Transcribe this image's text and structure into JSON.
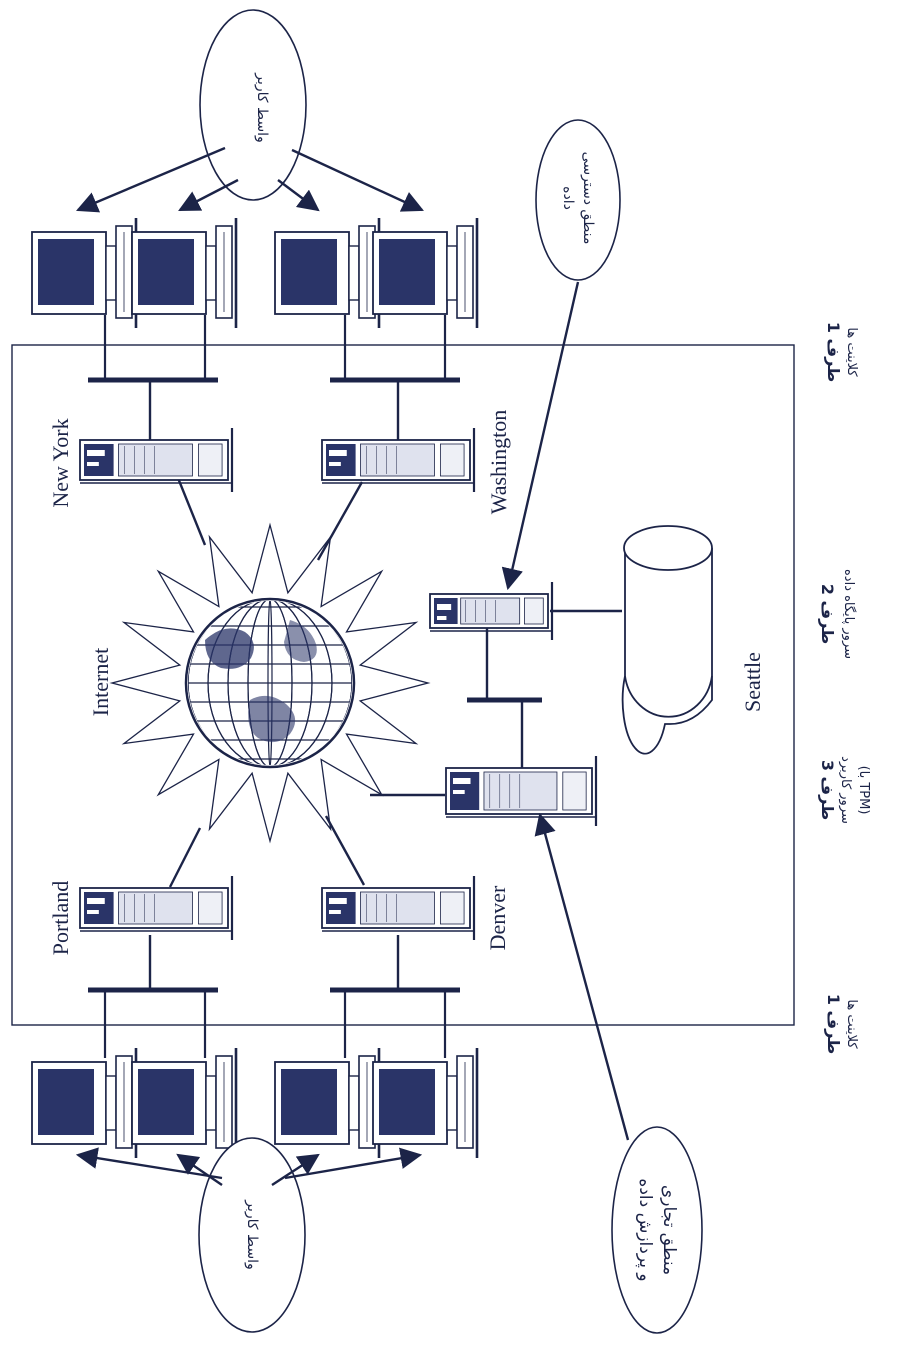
{
  "diagram": {
    "cities": {
      "new_york": "New York",
      "washington": "Washington",
      "portland": "Portland",
      "denver": "Denver",
      "seattle": "Seattle"
    },
    "internet_label": "Internet",
    "bubbles": {
      "user_interface_top": "واسط کاربر",
      "user_interface_bottom": "واسط کاربر",
      "data_access_line1": "منطق دسترسی",
      "data_access_line2": "داده",
      "business_line1": "منطق تجاری",
      "business_line2": "و پردازش داده"
    },
    "tiers": {
      "tier1_top_title": "طرف 1",
      "tier1_top_sub": "کلاینت ها",
      "tier2_title": "طرف 2",
      "tier2_sub": "سرور پایگاه داده",
      "tier3_title": "طرف 3",
      "tier3_sub1": "سرور کاربرد",
      "tier3_sub2": "(با TPM)",
      "tier1_bottom_title": "طرف 1",
      "tier1_bottom_sub": "کلاینت ها"
    },
    "colors": {
      "ink": "#1c2448",
      "screen": "#2a3468",
      "paper": "#ffffff"
    }
  }
}
